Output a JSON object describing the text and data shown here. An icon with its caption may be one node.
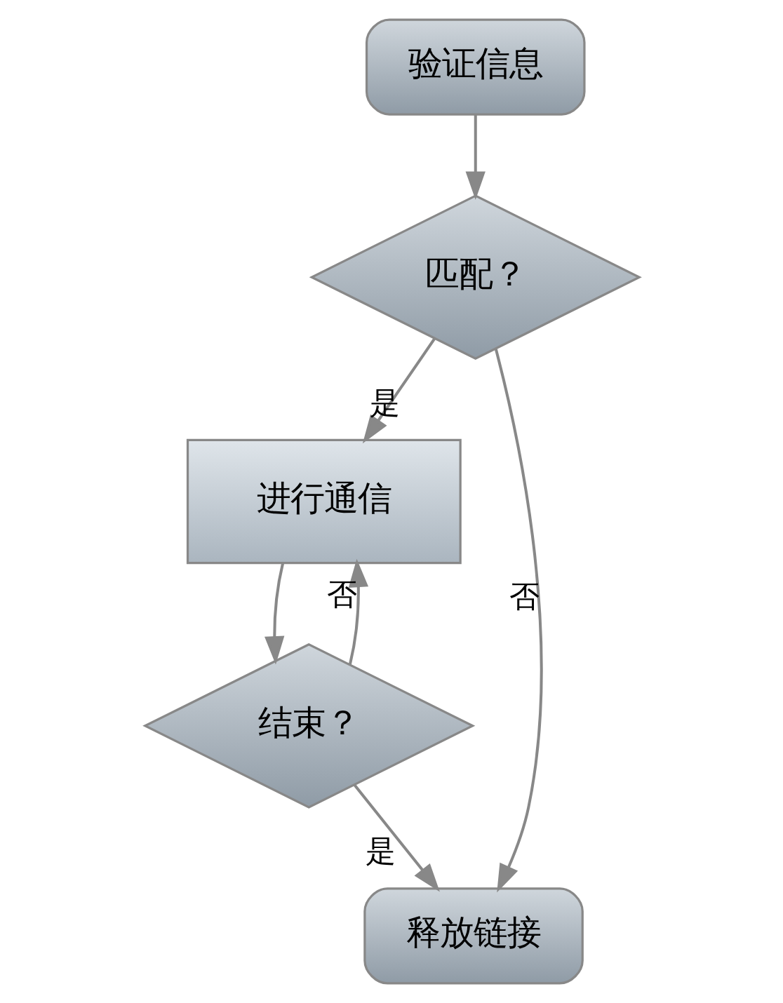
{
  "diagram": {
    "nodes": [
      {
        "text": [
          "验证信息"
        ]
      },
      {
        "text": [
          "匹配？"
        ]
      },
      {
        "text": [
          "进行通信"
        ]
      },
      {
        "text": [
          "结束？"
        ]
      },
      {
        "text": [
          "释放链接"
        ]
      }
    ],
    "edges": [
      {
        "from": 0,
        "to": 1,
        "arrow": "to"
      },
      {
        "from": 1,
        "to": 2,
        "arrow": "to",
        "label": "是"
      },
      {
        "from": 1,
        "to": 4,
        "arrow": "to",
        "label": "否"
      },
      {
        "from": 2,
        "to": 3,
        "arrow": "to"
      },
      {
        "from": 3,
        "to": 2,
        "arrow": "to",
        "label": "否"
      },
      {
        "from": 3,
        "to": 4,
        "arrow": "to",
        "label": "是"
      }
    ]
  }
}
